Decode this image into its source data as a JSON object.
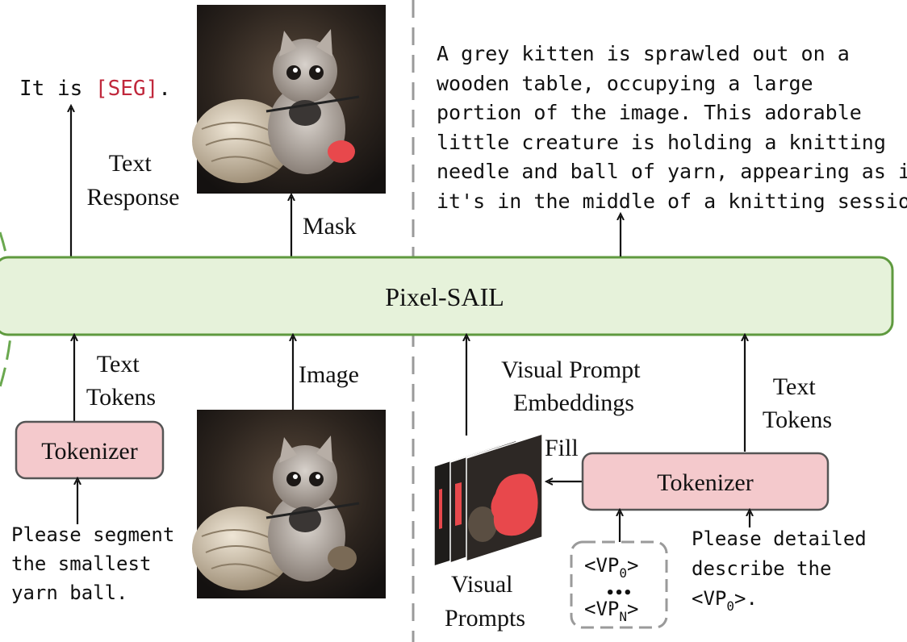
{
  "model": {
    "name": "Pixel-SAIL"
  },
  "left_panel": {
    "output_prefix": "It is ",
    "output_seg": "[SEG]",
    "output_suffix": ".",
    "text_response_label": [
      "Text",
      "Response"
    ],
    "mask_label": "Mask",
    "text_tokens_label": [
      "Text",
      "Tokens"
    ],
    "image_label": "Image",
    "tokenizer_label": "Tokenizer",
    "instruction": [
      "Please segment",
      "the smallest",
      "yarn ball."
    ]
  },
  "right_panel": {
    "caption": [
      "A grey kitten is sprawled out on a",
      "wooden table, occupying a large",
      "portion of the image. This adorable",
      "little creature is holding a knitting",
      "needle and ball of yarn, appearing as if",
      "it's in the middle of a knitting session..."
    ],
    "vp_embeddings_label": [
      "Visual Prompt",
      "Embeddings"
    ],
    "text_tokens_label": [
      "Text",
      "Tokens"
    ],
    "fill_label": "Fill",
    "tokenizer_label": "Tokenizer",
    "visual_prompts_label": [
      "Visual",
      "Prompts"
    ],
    "vp_tokens": {
      "first": "<VP",
      "first_sub": "0",
      "ellipsis": "•••",
      "last": "<VP",
      "last_sub": "N",
      "close": ">"
    },
    "instruction": [
      "Please detailed",
      "describe the",
      "<VP"
    ],
    "instruction_sub": "0",
    "instruction_end": ">."
  },
  "colors": {
    "pixel_sail_fill": "#e6f2da",
    "pixel_sail_stroke": "#5f9a3f",
    "tokenizer_fill": "#f4c9cc",
    "tokenizer_stroke": "#555555",
    "seg": "#c0283c",
    "mask_red": "#e8484c"
  }
}
